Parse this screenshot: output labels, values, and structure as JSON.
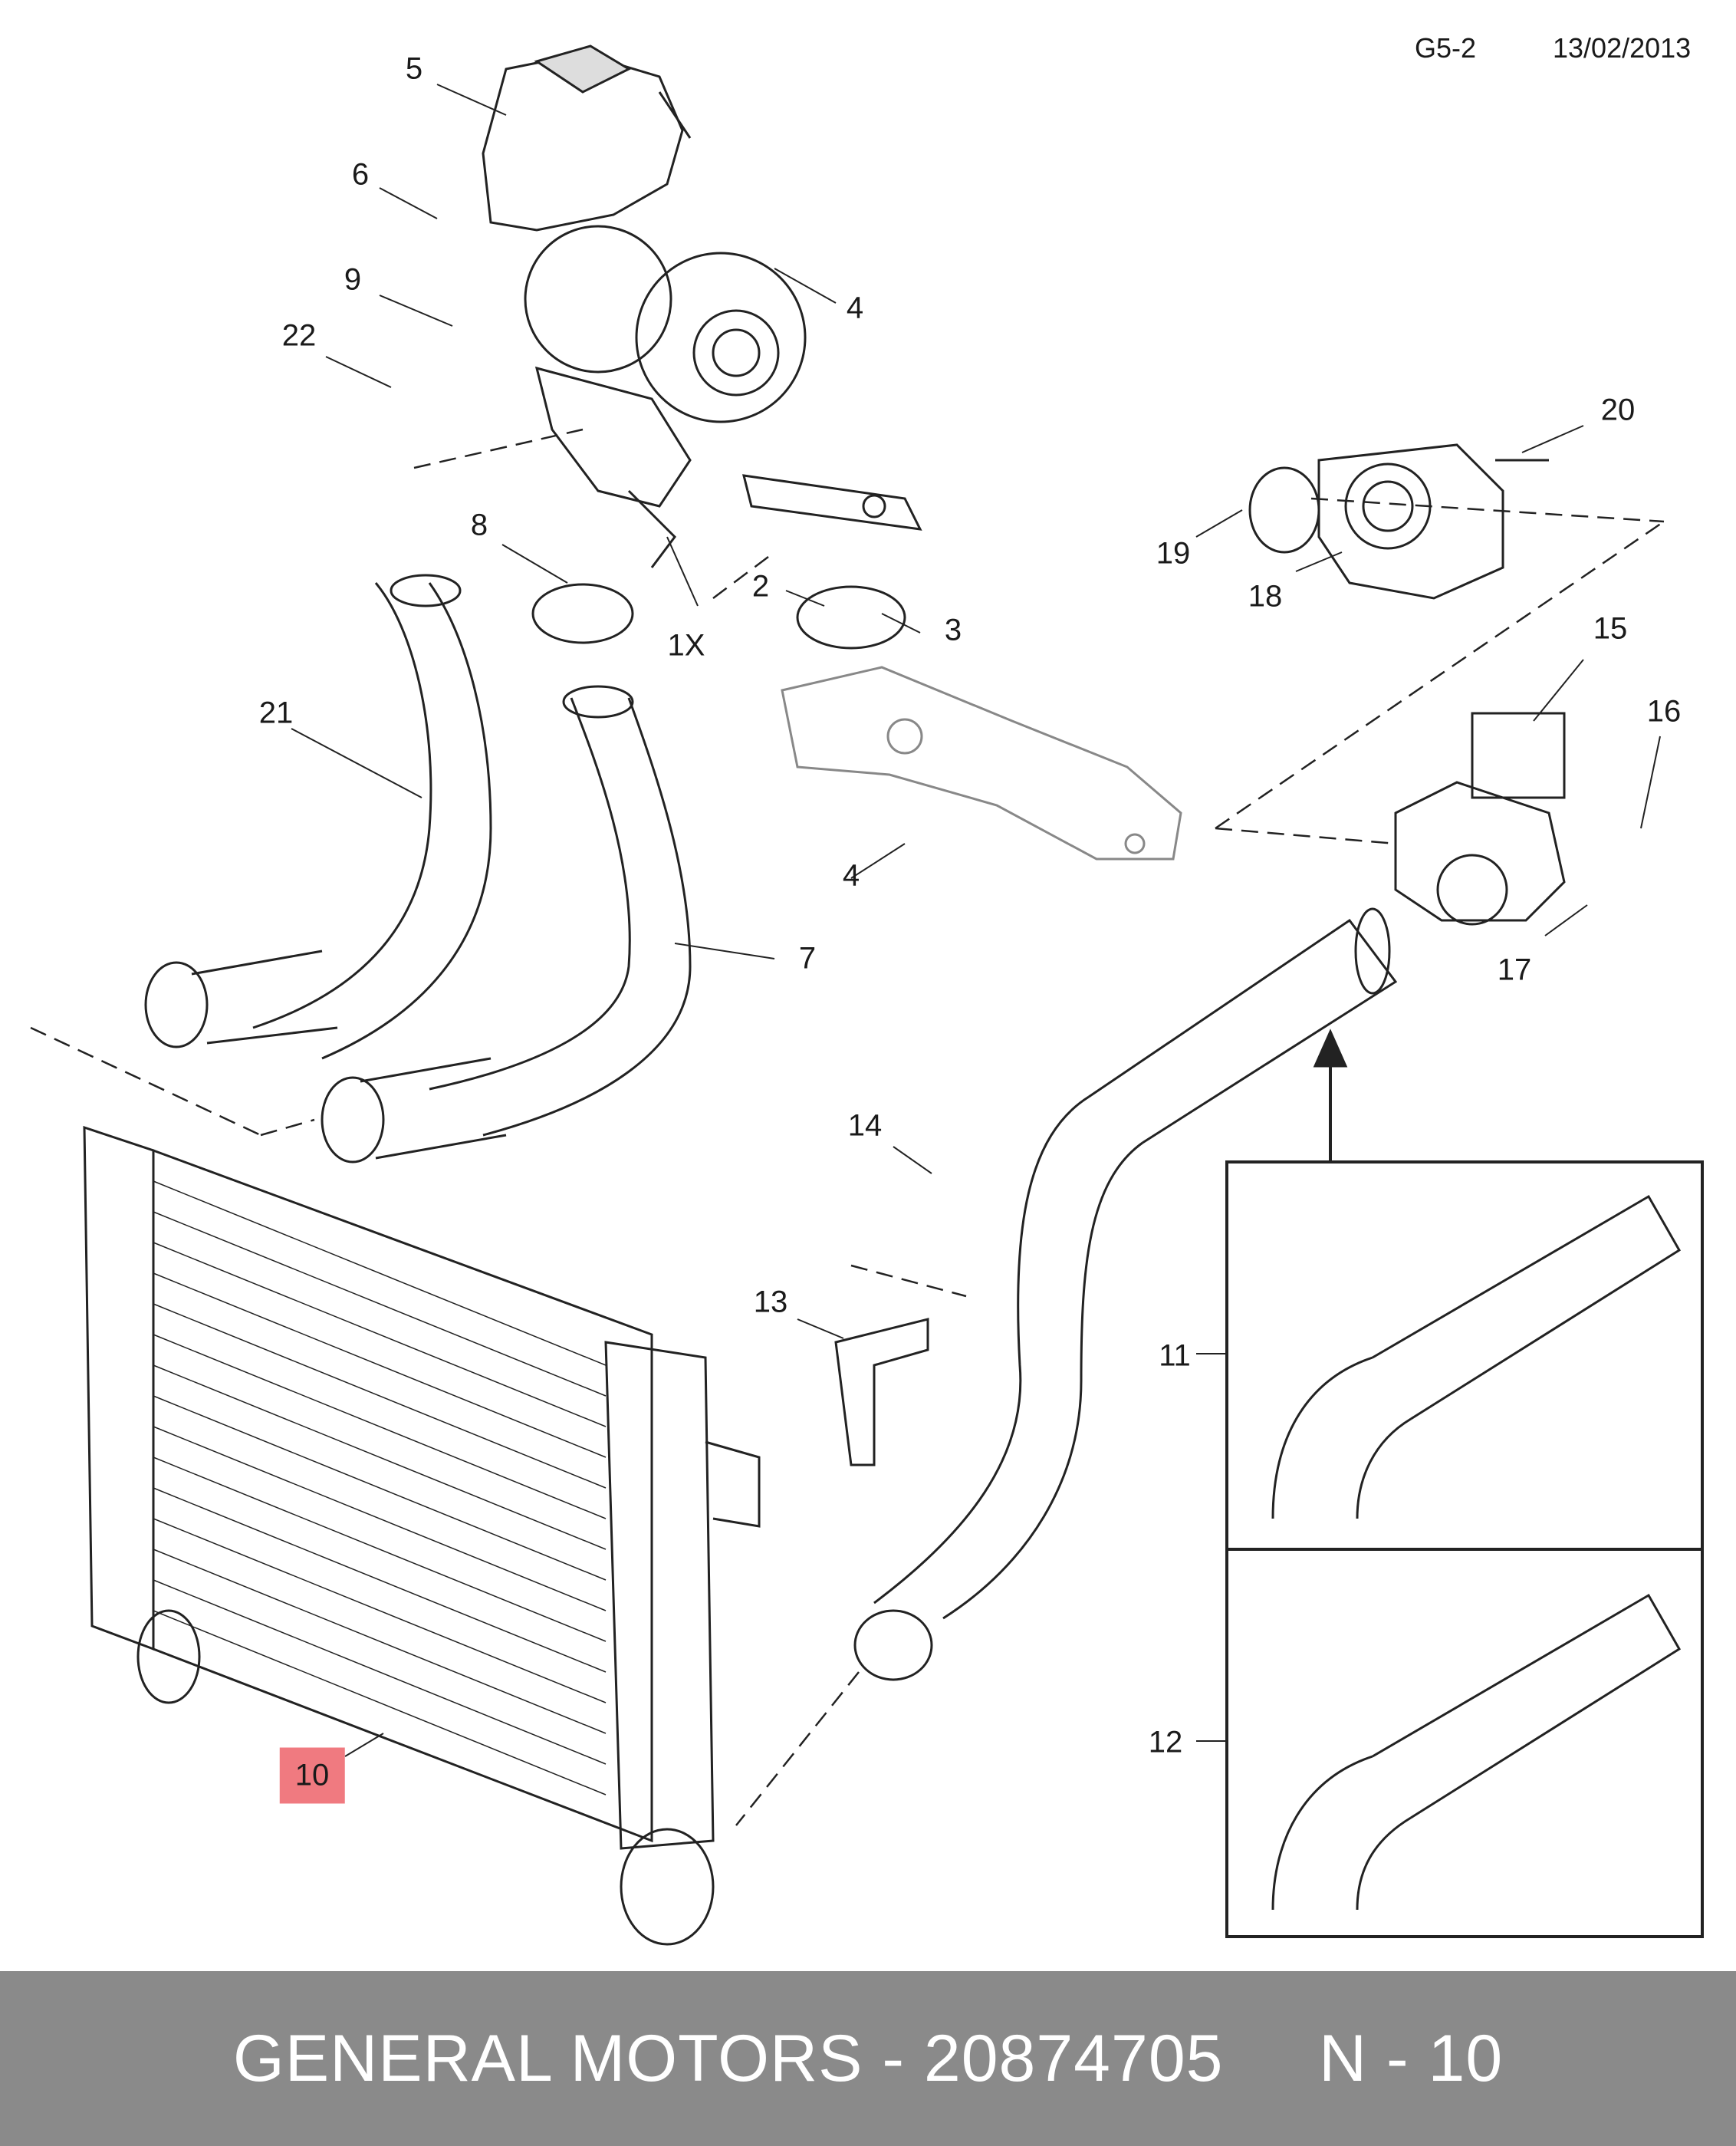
{
  "header": {
    "code": "G5-2",
    "date": "13/02/2013"
  },
  "callouts": {
    "c5": "5",
    "c6": "6",
    "c9": "9",
    "c22": "22",
    "c4a": "4",
    "c20": "20",
    "c8": "8",
    "c2": "2",
    "c3": "3",
    "c1x": "1X",
    "c19": "19",
    "c18": "18",
    "c15": "15",
    "c16": "16",
    "c21": "21",
    "c4b": "4",
    "c7": "7",
    "c17": "17",
    "c14": "14",
    "c13": "13",
    "c11": "11",
    "c12": "12",
    "c10": "10"
  },
  "highlight_color": "#f07a80",
  "footer": {
    "text": "GENERAL MOTORS - 20874705     N - 10",
    "background": "#8a8a8a"
  }
}
